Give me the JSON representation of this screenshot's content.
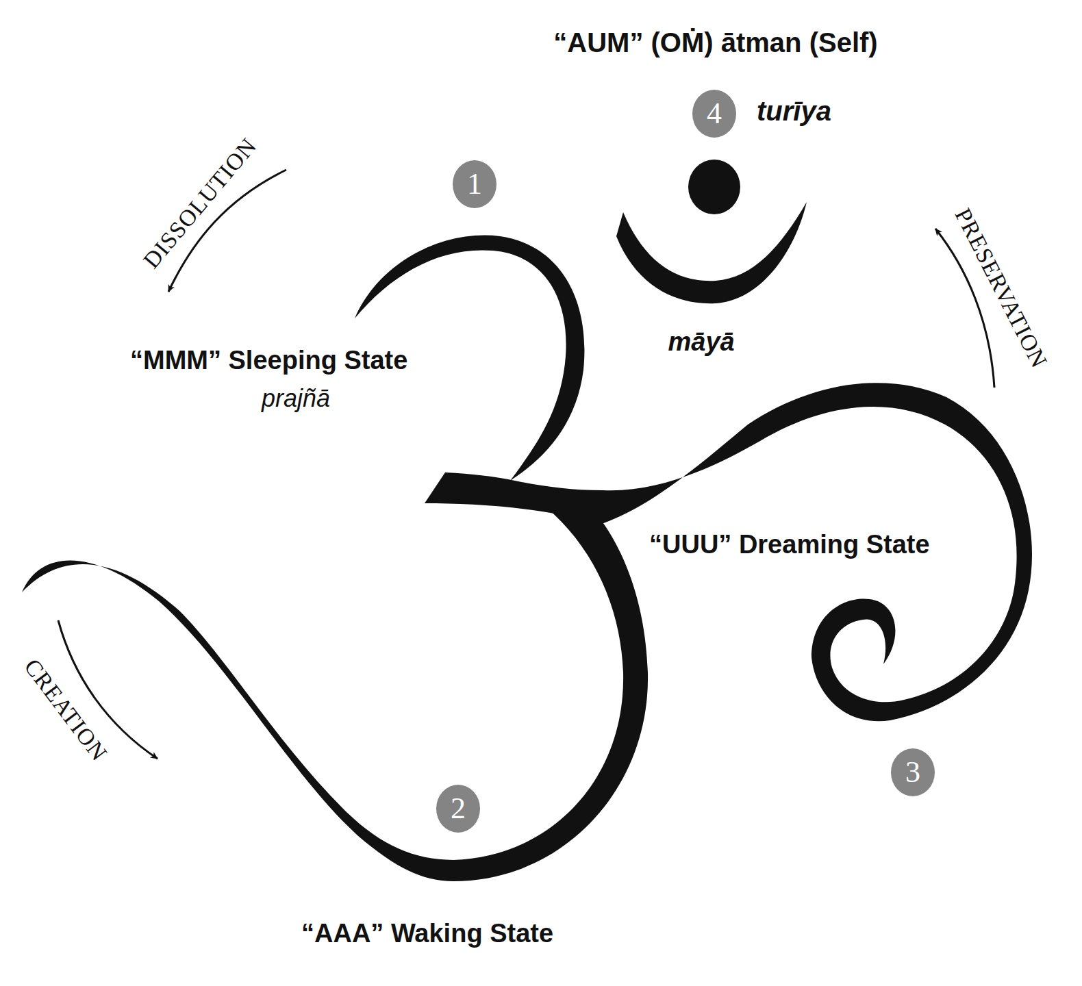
{
  "diagram": {
    "title": "“AUM” (OṀ) ātman (Self)",
    "nodes": [
      {
        "text": [
          "4"
        ]
      },
      {
        "text": [
          "1"
        ]
      },
      {
        "text": [
          "3"
        ]
      },
      {
        "text": [
          "2"
        ]
      }
    ],
    "labels": [
      "turīya",
      "DISSOLUTION",
      "PRESERVATION",
      "“MMM” Sleeping State",
      "prajñā",
      "māyā",
      "“UUU” Dreaming State",
      "CREATION",
      "“AAA” Waking State"
    ]
  }
}
